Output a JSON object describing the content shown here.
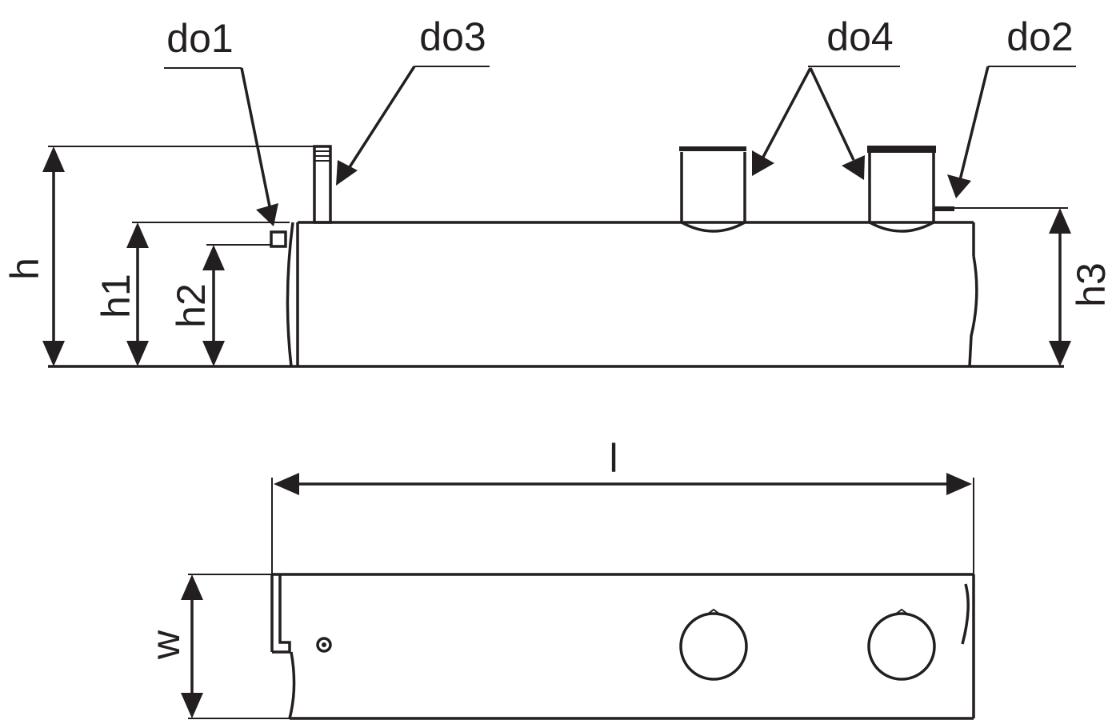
{
  "title": "Tank dimension drawing",
  "callouts": {
    "do1": "do1",
    "do2": "do2",
    "do3": "do3",
    "do4": "do4"
  },
  "dimensions": {
    "h": "h",
    "h1": "h1",
    "h2": "h2",
    "h3": "h3",
    "l": "l",
    "w": "w"
  },
  "colors": {
    "ink": "#231f20",
    "background": "#ffffff"
  }
}
